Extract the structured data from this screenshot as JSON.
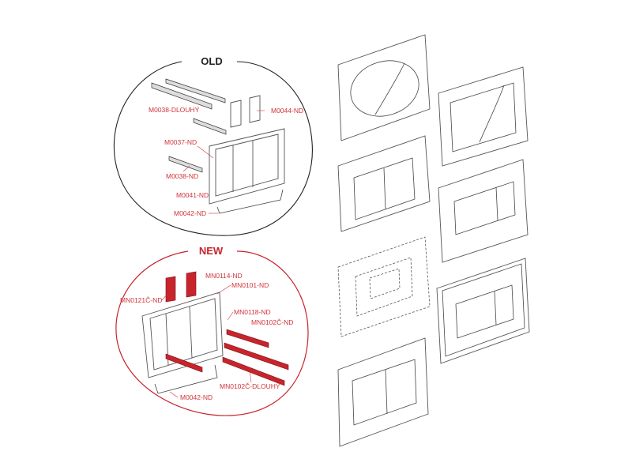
{
  "old_section": {
    "title": "OLD",
    "labels": [
      "M0038-DLOUHÝ",
      "M0044-ND",
      "M0037-ND",
      "M0038-ND",
      "M0041-ND",
      "M0042-ND"
    ]
  },
  "new_section": {
    "title": "NEW",
    "labels": [
      "MN0114-ND",
      "MN0101-ND",
      "MN0121Č-ND",
      "MN0118-ND",
      "MN0102Č-ND",
      "MN0102Č-DLOUHÝ",
      "M0042-ND"
    ]
  },
  "colors": {
    "accent": "#c8242c",
    "old_outline": "#222222",
    "new_outline": "#c8242c"
  },
  "flush_plates": [
    "oval-button-plate",
    "curved-split-plate",
    "rounded-dual-plate",
    "rect-single-plate",
    "dashed-plate",
    "framed-rect-plate",
    "square-dual-plate"
  ]
}
